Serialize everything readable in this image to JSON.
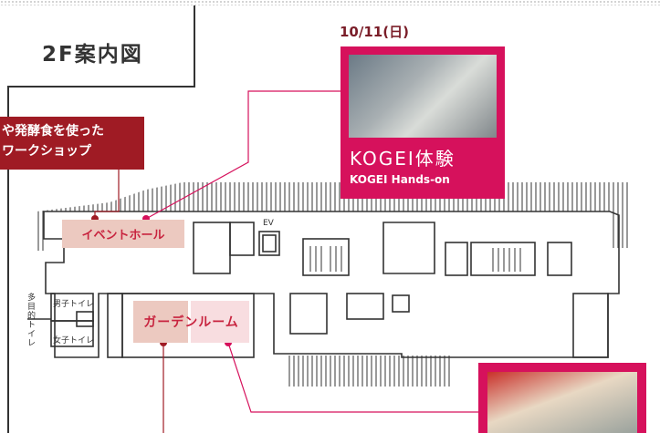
{
  "map": {
    "title": "2F案内図",
    "date": "10/11(日)",
    "workshop_line1": "や発酵食を使った",
    "workshop_line2": "ワークショップ",
    "event_hall": "イベントホール",
    "garden_room": "ガーデンルーム",
    "elevator": "EV",
    "mens_toilet": "男子トイレ",
    "womens_toilet": "女子トイレ",
    "multipurpose_toilet": "多目的トイレ"
  },
  "cards": {
    "kogei_title": "KOGEI体験",
    "kogei_subtitle": "KOGEI Hands-on"
  },
  "colors": {
    "accent": "#d6115c",
    "dark_red": "#9f1b24",
    "room_fill": "#ecc9c0",
    "room_fill_light": "#f8dde0",
    "label_red": "#c8243f",
    "wall": "#333333"
  }
}
